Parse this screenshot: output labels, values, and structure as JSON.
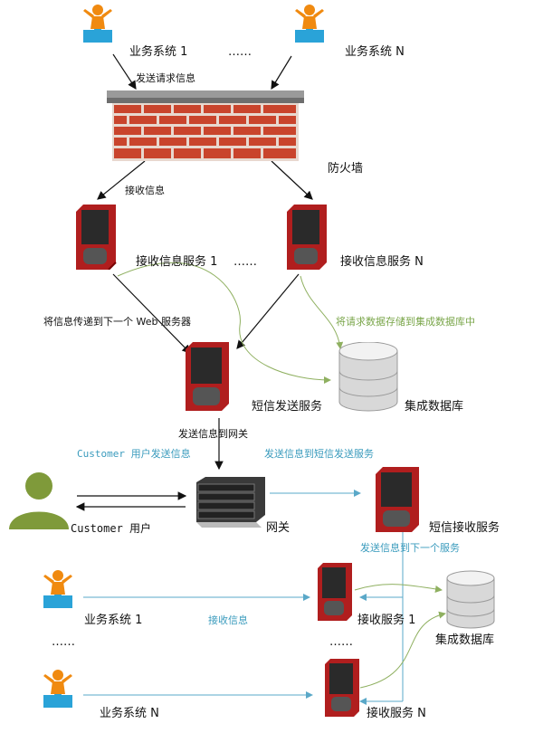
{
  "labels": {
    "biz_top_1": "业务系统 1",
    "dots_top": "……",
    "biz_top_n": "业务系统 N",
    "send_request": "发送请求信息",
    "firewall": "防火墙",
    "receive_info_1": "接收信息",
    "recv_service_1": "接收信息服务 1",
    "dots_mid": "……",
    "recv_service_n": "接收信息服务 N",
    "pass_to_web": "将信息传递到下一个 Web 服务器",
    "store_to_db": "将请求数据存储到集成数据库中",
    "sms_send_service": "短信发送服务",
    "integrated_db_1": "集成数据库",
    "send_to_gateway": "发送信息到网关",
    "customer_send": "Customer 用户发送信息",
    "send_to_sms_send": "发送信息到短信发送服务",
    "customer_user": "Customer 用户",
    "gateway": "网关",
    "sms_recv_service": "短信接收服务",
    "send_to_next_service": "发送信息到下一个服务",
    "biz_bottom_1": "业务系统 1",
    "receive_info_2": "接收信息",
    "recv_svc_1": "接收服务 1",
    "integrated_db_2": "集成数据库",
    "dots_bottom_left": "……",
    "dots_bottom_right": "……",
    "biz_bottom_n": "业务系统 N",
    "recv_svc_n": "接收服务 N"
  },
  "colors": {
    "arrow_black": "#111111",
    "arrow_green": "#8fb060",
    "arrow_teal": "#5aa8c8",
    "server_red": "#b01e1e",
    "db_gray": "#d8d8d8",
    "person_green": "#7f9a3a",
    "puzzle_blue": "#2aa3d8",
    "figure_orange": "#f08a10",
    "brick": "#c9442c"
  }
}
